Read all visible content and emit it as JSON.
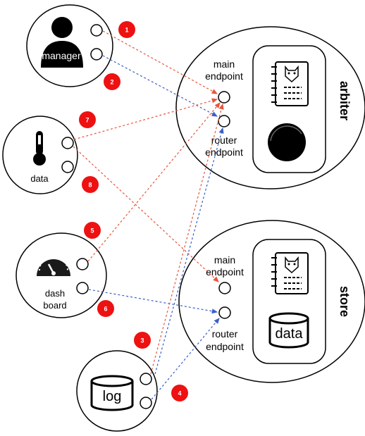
{
  "nodes": {
    "manager": {
      "label": "manager"
    },
    "data": {
      "label": "data"
    },
    "dashboard": {
      "label_line1": "dash",
      "label_line2": "board"
    },
    "log": {
      "label": "log"
    },
    "arbiter": {
      "title": "arbiter",
      "main_line1": "main",
      "main_line2": "endpoint",
      "router_line1": "router",
      "router_line2": "endpoint"
    },
    "store": {
      "title": "store",
      "main_line1": "main",
      "main_line2": "endpoint",
      "router_line1": "router",
      "router_line2": "endpoint",
      "db_label": "data"
    }
  },
  "badges": [
    "1",
    "2",
    "3",
    "4",
    "5",
    "6",
    "7",
    "8"
  ],
  "colors": {
    "red_line": "#e8553a",
    "blue_line": "#3a5fc8",
    "badge_fill": "#ee1111",
    "stroke": "#000000"
  },
  "icons": [
    "person-icon",
    "thermometer-icon",
    "gauge-icon",
    "database-icon",
    "ogre-notebook-icon",
    "black-disc-icon"
  ]
}
